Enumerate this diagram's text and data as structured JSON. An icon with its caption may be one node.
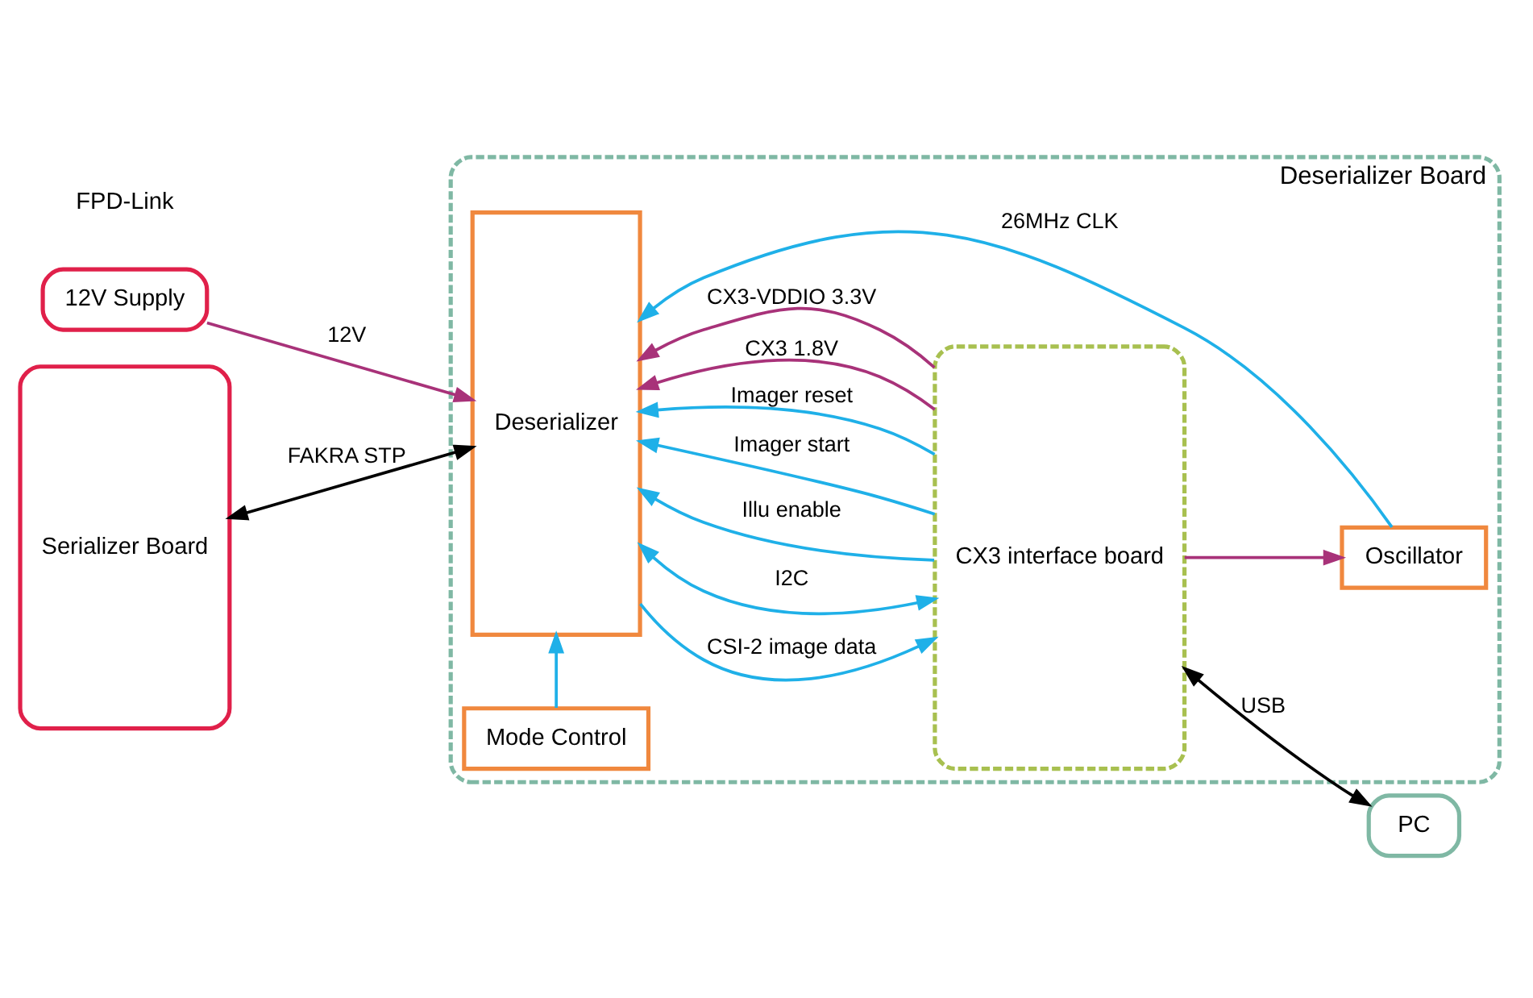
{
  "diagram": {
    "nodes": [
      {
        "text": [
          "12V Supply"
        ]
      },
      {
        "text": [
          "Serializer Board"
        ]
      },
      {
        "text": [
          "Deserializer Board"
        ]
      },
      {
        "text": [
          "Deserializer"
        ],
        "in": 2
      },
      {
        "text": [
          "CX3 interface board"
        ],
        "in": 2
      },
      {
        "text": [
          "Mode Control"
        ],
        "in": 2
      },
      {
        "text": [
          "Oscillator"
        ],
        "in": 2
      },
      {
        "text": [
          "PC"
        ]
      }
    ],
    "edges": [
      {
        "from": 0,
        "to": 3,
        "arrow": "to",
        "label": "12V",
        "color": "#a83279"
      },
      {
        "from": 1,
        "to": 3,
        "arrow": "both",
        "label": "FAKRA STP",
        "color": "#000000"
      },
      {
        "from": 3,
        "to": 4,
        "arrow": "to",
        "label": "CSI-2 image data"
      },
      {
        "from": 3,
        "to": 4,
        "arrow": "both",
        "label": "I2C"
      },
      {
        "from": 4,
        "to": 3,
        "arrow": "to",
        "label": "Illu enable"
      },
      {
        "from": 4,
        "to": 3,
        "arrow": "to",
        "label": "Imager start"
      },
      {
        "from": 4,
        "to": 3,
        "arrow": "to",
        "label": "Imager reset"
      },
      {
        "from": 4,
        "to": 3,
        "arrow": "to",
        "label": "CX3 1.8V",
        "color": "#a83279"
      },
      {
        "from": 4,
        "to": 3,
        "arrow": "to",
        "label": "CX3-VDDIO 3.3V",
        "color": "#a83279"
      },
      {
        "from": 4,
        "to": 6,
        "arrow": "to",
        "color": "#a83279"
      },
      {
        "from": 5,
        "to": 3,
        "arrow": "to"
      },
      {
        "from": 6,
        "to": 3,
        "arrow": "to",
        "label": "26MHz CLK"
      },
      {
        "from": 4,
        "to": 7,
        "arrow": "both",
        "label": "USB",
        "color": "#000000"
      }
    ],
    "labels": [
      "FPD-Link"
    ]
  }
}
